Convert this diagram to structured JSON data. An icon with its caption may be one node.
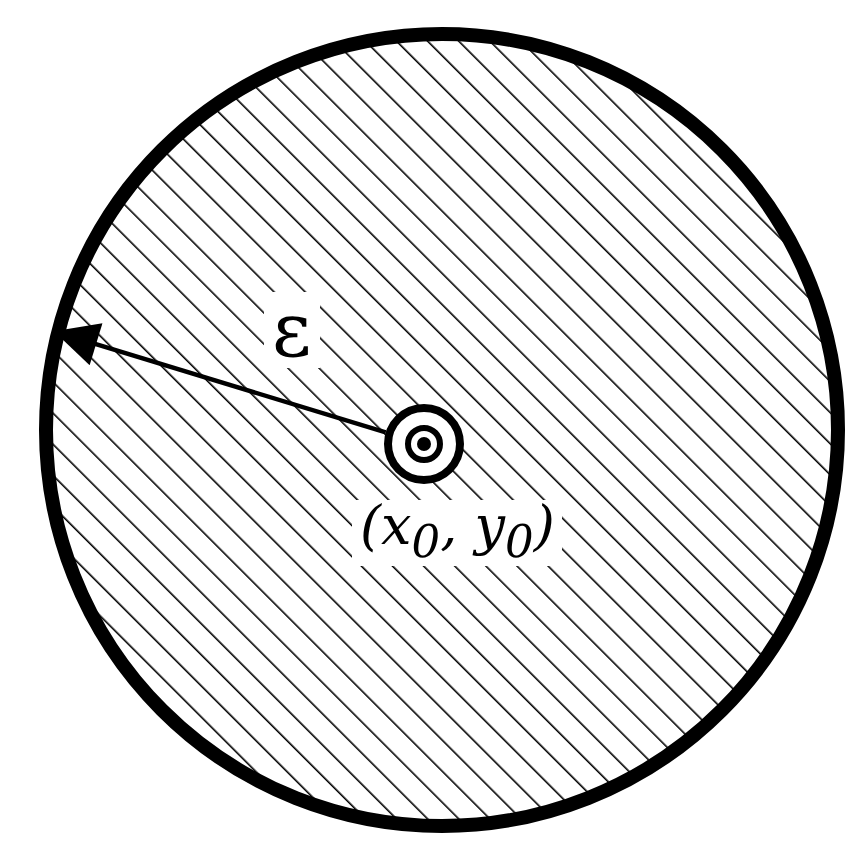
{
  "diagram": {
    "nodes": [
      {
        "text": [],
        "shape": "circle"
      },
      {
        "text": [],
        "shape": "circle",
        "in": 0,
        "beside": [
          "(x$_{0}$, y$_{0}$)"
        ]
      }
    ],
    "edges": [
      {
        "from": 1,
        "to": 0,
        "arrow": "to",
        "label": "ε"
      }
    ]
  }
}
